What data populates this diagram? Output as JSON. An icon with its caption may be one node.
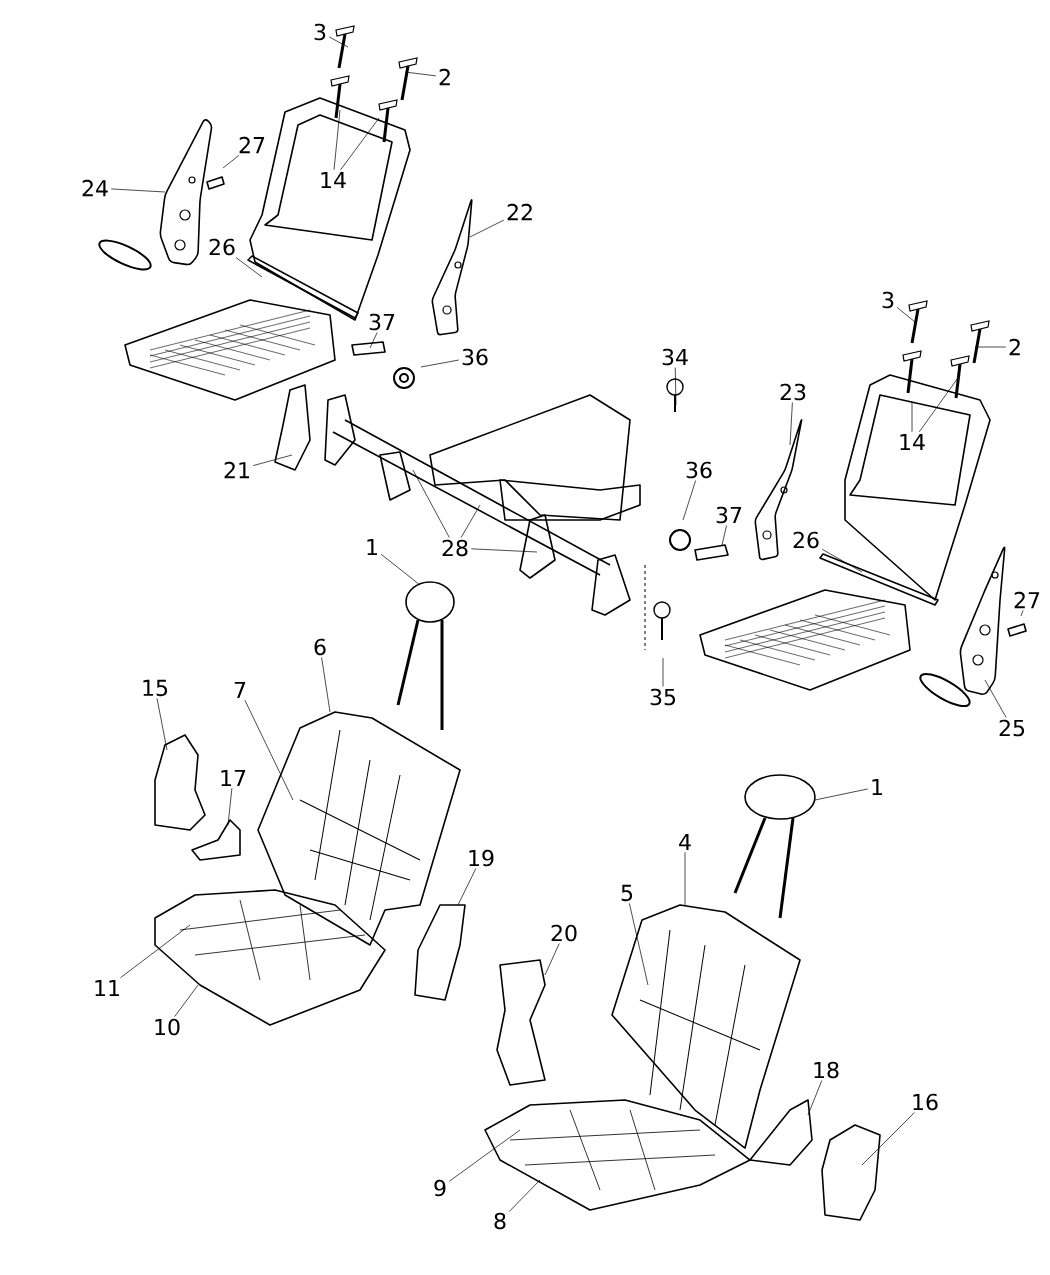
{
  "diagram": {
    "nodes": [
      {
        "text": [
          "3"
        ]
      },
      {
        "text": [
          "2"
        ]
      },
      {
        "text": [
          "14"
        ]
      },
      {
        "text": [
          "24"
        ]
      },
      {
        "text": [
          "27"
        ]
      },
      {
        "text": [
          "22"
        ]
      },
      {
        "text": [
          "26"
        ]
      },
      {
        "text": [
          "3"
        ]
      },
      {
        "text": [
          "37"
        ]
      },
      {
        "text": [
          "2"
        ]
      },
      {
        "text": [
          "36"
        ]
      },
      {
        "text": [
          "34"
        ]
      },
      {
        "text": [
          "23"
        ]
      },
      {
        "text": [
          "14"
        ]
      },
      {
        "text": [
          "21"
        ]
      },
      {
        "text": [
          "36"
        ]
      },
      {
        "text": [
          "37"
        ]
      },
      {
        "text": [
          "28"
        ]
      },
      {
        "text": [
          "26"
        ]
      },
      {
        "text": [
          "1"
        ]
      },
      {
        "text": [
          "27"
        ]
      },
      {
        "text": [
          "6"
        ]
      },
      {
        "text": [
          "15"
        ]
      },
      {
        "text": [
          "7"
        ]
      },
      {
        "text": [
          "35"
        ]
      },
      {
        "text": [
          "25"
        ]
      },
      {
        "text": [
          "17"
        ]
      },
      {
        "text": [
          "1"
        ]
      },
      {
        "text": [
          "4"
        ]
      },
      {
        "text": [
          "19"
        ]
      },
      {
        "text": [
          "5"
        ]
      },
      {
        "text": [
          "20"
        ]
      },
      {
        "text": [
          "11"
        ]
      },
      {
        "text": [
          "10"
        ]
      },
      {
        "text": [
          "18"
        ]
      },
      {
        "text": [
          "16"
        ]
      },
      {
        "text": [
          "9"
        ]
      },
      {
        "text": [
          "8"
        ]
      }
    ],
    "edges": [
      {
        "from": 0,
        "to": null,
        "arrow": "none"
      },
      {
        "from": 1,
        "to": null,
        "arrow": "none"
      },
      {
        "from": 2,
        "to": null,
        "arrow": "none"
      },
      {
        "from": 2,
        "to": null,
        "arrow": "none"
      },
      {
        "from": 3,
        "to": null,
        "arrow": "none"
      },
      {
        "from": 4,
        "to": null,
        "arrow": "none"
      },
      {
        "from": 5,
        "to": null,
        "arrow": "none"
      },
      {
        "from": 6,
        "to": null,
        "arrow": "none"
      },
      {
        "from": 7,
        "to": null,
        "arrow": "none"
      },
      {
        "from": 8,
        "to": null,
        "arrow": "none"
      },
      {
        "from": 9,
        "to": null,
        "arrow": "none"
      },
      {
        "from": 10,
        "to": null,
        "arrow": "none"
      },
      {
        "from": 11,
        "to": null,
        "arrow": "none"
      },
      {
        "from": 12,
        "to": null,
        "arrow": "none"
      },
      {
        "from": 13,
        "to": null,
        "arrow": "none"
      },
      {
        "from": 13,
        "to": null,
        "arrow": "none"
      },
      {
        "from": 14,
        "to": null,
        "arrow": "none"
      },
      {
        "from": 15,
        "to": null,
        "arrow": "none"
      },
      {
        "from": 16,
        "to": null,
        "arrow": "none"
      },
      {
        "from": 17,
        "to": null,
        "arrow": "none"
      },
      {
        "from": 17,
        "to": null,
        "arrow": "none"
      },
      {
        "from": 17,
        "to": null,
        "arrow": "none"
      },
      {
        "from": 18,
        "to": null,
        "arrow": "none"
      },
      {
        "from": 19,
        "to": null,
        "arrow": "none"
      },
      {
        "from": 20,
        "to": null,
        "arrow": "none"
      },
      {
        "from": 21,
        "to": null,
        "arrow": "none"
      },
      {
        "from": 22,
        "to": null,
        "arrow": "none"
      },
      {
        "from": 23,
        "to": null,
        "arrow": "none"
      },
      {
        "from": 24,
        "to": null,
        "arrow": "none"
      },
      {
        "from": 25,
        "to": null,
        "arrow": "none"
      },
      {
        "from": 26,
        "to": null,
        "arrow": "none"
      },
      {
        "from": 27,
        "to": null,
        "arrow": "none"
      },
      {
        "from": 28,
        "to": null,
        "arrow": "none"
      },
      {
        "from": 29,
        "to": null,
        "arrow": "none"
      },
      {
        "from": 30,
        "to": null,
        "arrow": "none"
      },
      {
        "from": 31,
        "to": null,
        "arrow": "none"
      },
      {
        "from": 32,
        "to": null,
        "arrow": "none"
      },
      {
        "from": 33,
        "to": null,
        "arrow": "none"
      },
      {
        "from": 34,
        "to": null,
        "arrow": "none"
      },
      {
        "from": 35,
        "to": null,
        "arrow": "none"
      },
      {
        "from": 36,
        "to": null,
        "arrow": "none"
      },
      {
        "from": 37,
        "to": null,
        "arrow": "none"
      }
    ]
  }
}
